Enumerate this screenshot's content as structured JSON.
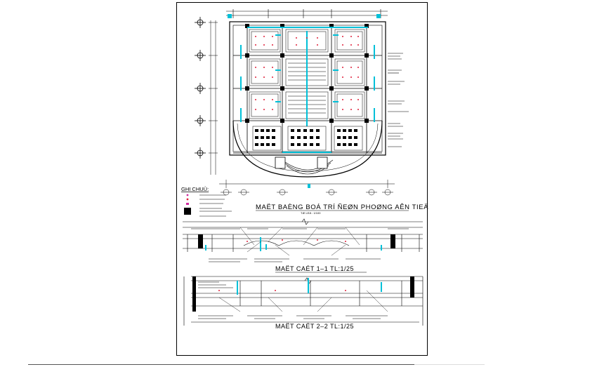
{
  "legend": {
    "title": "GHI CHUÙ:"
  },
  "plan": {
    "title": "MAËT BAÈNG BOÁ TRÍ ÑEØN PHOØNG AÊN TIEÄC",
    "scale": "TÆ LEÄ : 1/100"
  },
  "section_1": {
    "title": "MAËT CAÉT 1–1  TL:1/25"
  },
  "section_2": {
    "title": "MAËT CAÉT 2–2  TL:1/25"
  },
  "colors": {
    "line": "#000000",
    "cyan": "#00c0d8",
    "red": "#e0203a",
    "magenta": "#d02aa0"
  }
}
